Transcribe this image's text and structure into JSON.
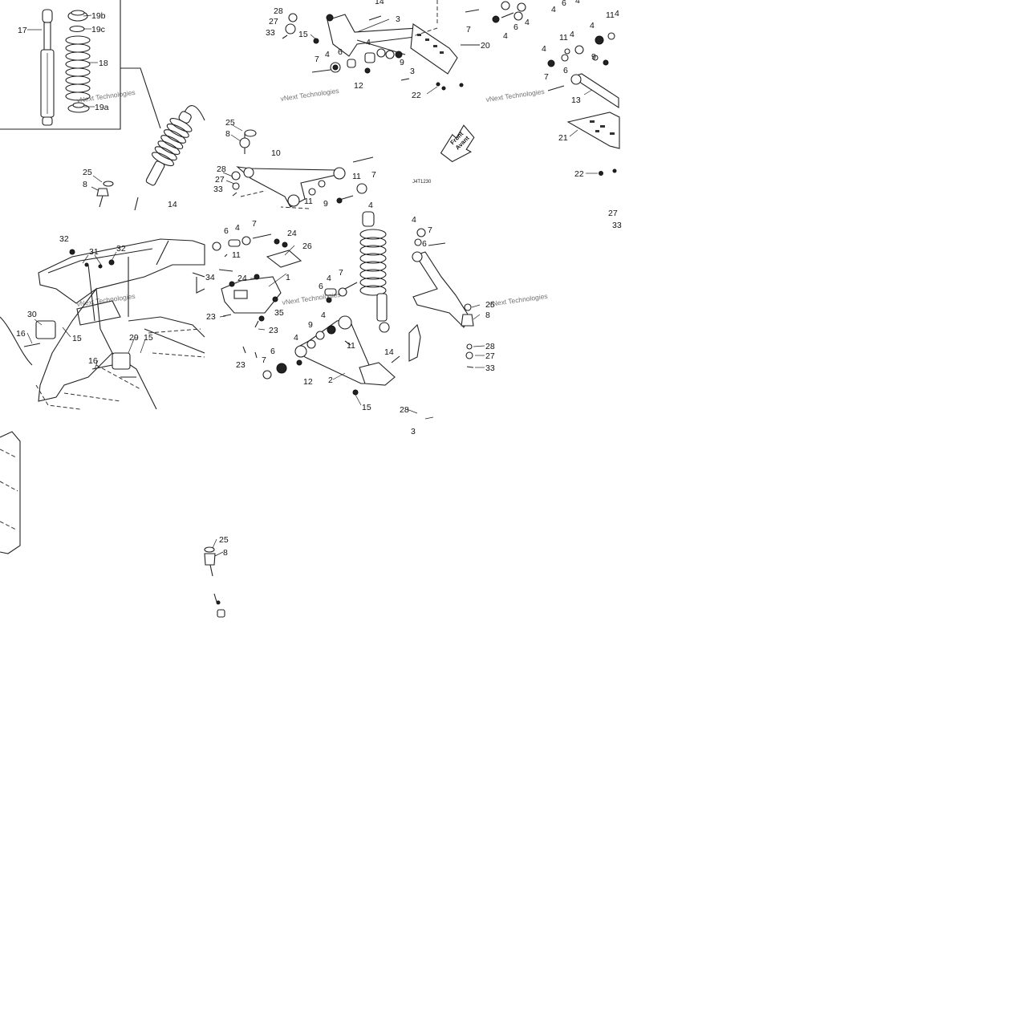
{
  "diagram": {
    "figure_code": "J4T1230",
    "watermark": "vNext Technologies",
    "direction_arrow": {
      "line1": "Front",
      "line2": "Avant"
    },
    "labels": [
      {
        "id": "l1",
        "text": "17"
      },
      {
        "id": "l2",
        "text": "19b"
      },
      {
        "id": "l3",
        "text": "19c"
      },
      {
        "id": "l4",
        "text": "18"
      },
      {
        "id": "l5",
        "text": "19a"
      },
      {
        "id": "l6",
        "text": "28"
      },
      {
        "id": "l7",
        "text": "27"
      },
      {
        "id": "l8",
        "text": "33"
      },
      {
        "id": "l9",
        "text": "15"
      },
      {
        "id": "l10",
        "text": "14"
      },
      {
        "id": "l11",
        "text": "3"
      },
      {
        "id": "l12",
        "text": "20"
      },
      {
        "id": "l13",
        "text": "7"
      },
      {
        "id": "l14",
        "text": "4"
      },
      {
        "id": "l15",
        "text": "6"
      },
      {
        "id": "l16",
        "text": "4"
      },
      {
        "id": "l17",
        "text": "9"
      },
      {
        "id": "l18",
        "text": "12"
      },
      {
        "id": "l19",
        "text": "3"
      },
      {
        "id": "l20",
        "text": "22"
      },
      {
        "id": "l21",
        "text": "7"
      },
      {
        "id": "l22",
        "text": "4"
      },
      {
        "id": "l23",
        "text": "6"
      },
      {
        "id": "l24",
        "text": "4"
      },
      {
        "id": "l25",
        "text": "4"
      },
      {
        "id": "l26",
        "text": "6"
      },
      {
        "id": "l27",
        "text": "4"
      },
      {
        "id": "l28",
        "text": "11"
      },
      {
        "id": "l29",
        "text": "4"
      },
      {
        "id": "l30",
        "text": "11"
      },
      {
        "id": "l31",
        "text": "4"
      },
      {
        "id": "l32",
        "text": "4"
      },
      {
        "id": "l33",
        "text": "4"
      },
      {
        "id": "l34",
        "text": "9"
      },
      {
        "id": "l35",
        "text": "6"
      },
      {
        "id": "l36",
        "text": "7"
      },
      {
        "id": "l37",
        "text": "13"
      },
      {
        "id": "l38",
        "text": "21"
      },
      {
        "id": "l39",
        "text": "22"
      },
      {
        "id": "l40",
        "text": "25"
      },
      {
        "id": "l41",
        "text": "8"
      },
      {
        "id": "l42",
        "text": "10"
      },
      {
        "id": "l43",
        "text": "7"
      },
      {
        "id": "l44",
        "text": "28"
      },
      {
        "id": "l45",
        "text": "27"
      },
      {
        "id": "l46",
        "text": "33"
      },
      {
        "id": "l47",
        "text": "11"
      },
      {
        "id": "l48",
        "text": "9"
      },
      {
        "id": "l49",
        "text": "11"
      },
      {
        "id": "l50",
        "text": "4"
      },
      {
        "id": "l51",
        "text": "25"
      },
      {
        "id": "l52",
        "text": "8"
      },
      {
        "id": "l53",
        "text": "14"
      },
      {
        "id": "l54",
        "text": "27"
      },
      {
        "id": "l55",
        "text": "33"
      },
      {
        "id": "l56",
        "text": "32"
      },
      {
        "id": "l57",
        "text": "31"
      },
      {
        "id": "l58",
        "text": "32"
      },
      {
        "id": "l59",
        "text": "6"
      },
      {
        "id": "l60",
        "text": "4"
      },
      {
        "id": "l61",
        "text": "7"
      },
      {
        "id": "l62",
        "text": "11"
      },
      {
        "id": "l63",
        "text": "24"
      },
      {
        "id": "l64",
        "text": "26"
      },
      {
        "id": "l65",
        "text": "34"
      },
      {
        "id": "l66",
        "text": "24"
      },
      {
        "id": "l67",
        "text": "1"
      },
      {
        "id": "l68",
        "text": "4"
      },
      {
        "id": "l69",
        "text": "7"
      },
      {
        "id": "l70",
        "text": "6"
      },
      {
        "id": "l71",
        "text": "4"
      },
      {
        "id": "l72",
        "text": "6"
      },
      {
        "id": "l73",
        "text": "7"
      },
      {
        "id": "l74",
        "text": "30"
      },
      {
        "id": "l75",
        "text": "16"
      },
      {
        "id": "l76",
        "text": "15"
      },
      {
        "id": "l77",
        "text": "29"
      },
      {
        "id": "l78",
        "text": "15"
      },
      {
        "id": "l79",
        "text": "16"
      },
      {
        "id": "l80",
        "text": "23"
      },
      {
        "id": "l81",
        "text": "35"
      },
      {
        "id": "l82",
        "text": "23"
      },
      {
        "id": "l83",
        "text": "4"
      },
      {
        "id": "l84",
        "text": "9"
      },
      {
        "id": "l85",
        "text": "11"
      },
      {
        "id": "l86",
        "text": "14"
      },
      {
        "id": "l87",
        "text": "25"
      },
      {
        "id": "l88",
        "text": "8"
      },
      {
        "id": "l89",
        "text": "28"
      },
      {
        "id": "l90",
        "text": "27"
      },
      {
        "id": "l91",
        "text": "33"
      },
      {
        "id": "l92",
        "text": "4"
      },
      {
        "id": "l93",
        "text": "6"
      },
      {
        "id": "l94",
        "text": "23"
      },
      {
        "id": "l95",
        "text": "7"
      },
      {
        "id": "l96",
        "text": "12"
      },
      {
        "id": "l97",
        "text": "2"
      },
      {
        "id": "l98",
        "text": "15"
      },
      {
        "id": "l99",
        "text": "28"
      },
      {
        "id": "l100",
        "text": "3"
      },
      {
        "id": "l101",
        "text": "25"
      },
      {
        "id": "l102",
        "text": "8"
      }
    ]
  }
}
